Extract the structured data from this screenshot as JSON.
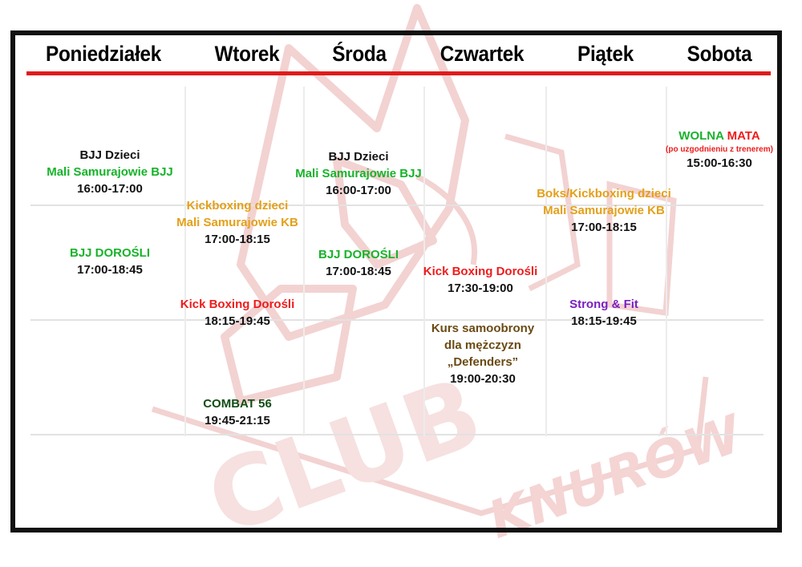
{
  "header": {
    "days": [
      "Poniedziałek",
      "Wtorek",
      "Środa",
      "Czwartek",
      "Piątek",
      "Sobota"
    ]
  },
  "watermark": {
    "text": "KNURÓW",
    "icon": "samurai-club-logo",
    "color": "#f4d6d6"
  },
  "colors": {
    "frame": "#111111",
    "header_rule": "#e01b1b",
    "green": "#17b32a",
    "orange": "#e3a01a",
    "red": "#ee1c1c",
    "purple": "#7b1fbf",
    "brown": "#6b4a14",
    "dark_green": "#114d14"
  },
  "schedule": {
    "mon_bjj_kids": {
      "title": "BJJ Dzieci",
      "group": "Mali Samurajowie BJJ",
      "time": "16:00-17:00"
    },
    "mon_bjj_adults": {
      "title": "BJJ DOROŚLI",
      "time": "17:00-18:45"
    },
    "tue_kickboxing_kids": {
      "title": "Kickboxing dzieci",
      "group": "Mali Samurajowie KB",
      "time": "17:00-18:15"
    },
    "tue_kickboxing_adults": {
      "title": "Kick Boxing Dorośli",
      "time": "18:15-19:45"
    },
    "tue_combat": {
      "title": "COMBAT 56",
      "time": "19:45-21:15"
    },
    "wed_bjj_kids": {
      "title": "BJJ Dzieci",
      "group": "Mali Samurajowie BJJ",
      "time": "16:00-17:00"
    },
    "wed_bjj_adults": {
      "title": "BJJ DOROŚLI",
      "time": "17:00-18:45"
    },
    "thu_kickboxing_adults": {
      "title": "Kick Boxing Dorośli",
      "time": "17:30-19:00"
    },
    "thu_self_defense": {
      "line1": "Kurs samoobrony",
      "line2": "dla mężczyzn",
      "line3": "„Defenders”",
      "time": "19:00-20:30"
    },
    "fri_boxing_kids": {
      "title": "Boks/Kickboxing dzieci",
      "group": "Mali Samurajowie KB",
      "time": "17:00-18:15"
    },
    "fri_strong_fit": {
      "title": "Strong & Fit",
      "time": "18:15-19:45"
    },
    "sat_open_mat": {
      "word1": "WOLNA",
      "word2": "MATA",
      "note": "(po uzgodnieniu z trenerem)",
      "time": "15:00-16:30"
    }
  }
}
